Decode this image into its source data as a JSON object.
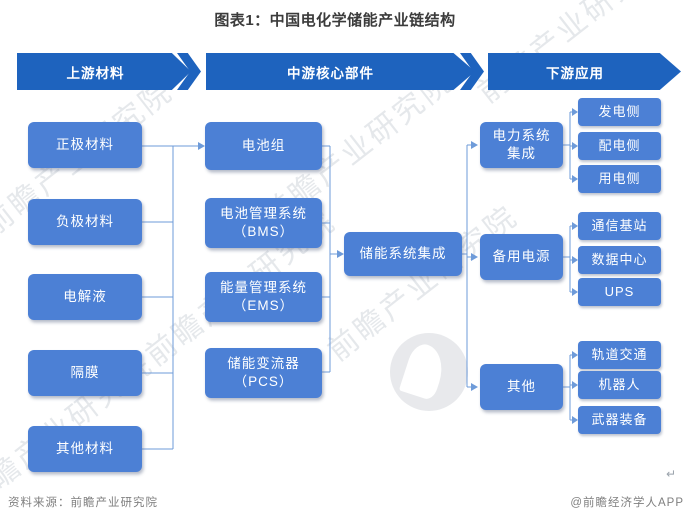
{
  "title": "图表1：中国电化学储能产业链结构",
  "colors": {
    "banner_blue": "#1E63BE",
    "node_blue": "#4C80D5",
    "connector_blue": "#6E9BD9",
    "footer_gray": "#7F7F7F",
    "watermark_gray": "#CCD2D9"
  },
  "banners": [
    {
      "label": "上游材料"
    },
    {
      "label": "中游核心部件"
    },
    {
      "label": "下游应用"
    }
  ],
  "upstream": {
    "materials": [
      "正极材料",
      "负极材料",
      "电解液",
      "隔膜",
      "其他材料"
    ]
  },
  "midstream": {
    "components": [
      "电池组",
      "电池管理系统\n（BMS）",
      "能量管理系统\n（EMS）",
      "储能变流器\n（PCS）"
    ],
    "integration": "储能系统集成"
  },
  "downstream": {
    "categories": [
      {
        "label": "电力系统\n集成",
        "children": [
          "发电侧",
          "配电侧",
          "用电侧"
        ]
      },
      {
        "label": "备用电源",
        "children": [
          "通信基站",
          "数据中心",
          "UPS"
        ]
      },
      {
        "label": "其他",
        "children": [
          "轨道交通",
          "机器人",
          "武器装备"
        ]
      }
    ]
  },
  "watermark": {
    "text": "前瞻产业研究院"
  },
  "footer": {
    "source": "资料来源：前瞻产业研究院",
    "credit": "@前瞻经济学人APP",
    "return_mark": "↵"
  }
}
